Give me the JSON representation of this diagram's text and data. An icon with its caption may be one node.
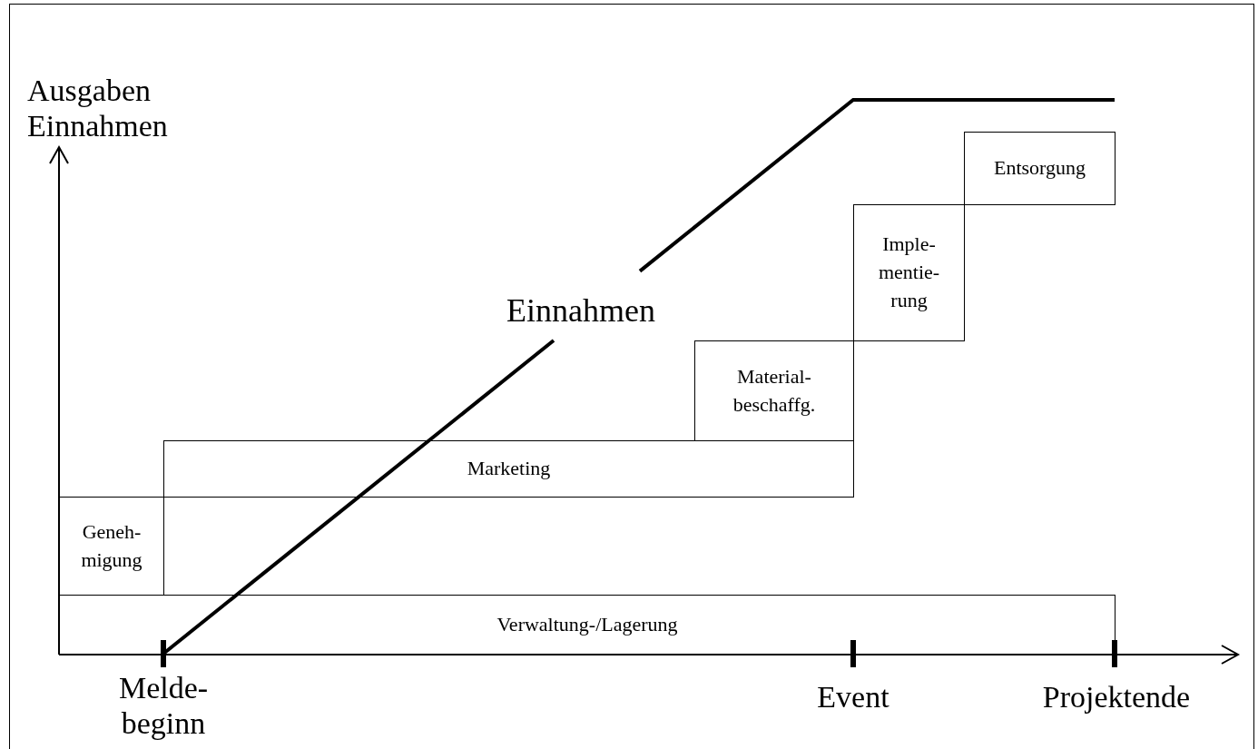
{
  "diagram": {
    "nodes": [
      {
        "text": [
          "Entsorgung"
        ]
      },
      {
        "text": [
          "Imple- mentie- rung"
        ]
      },
      {
        "text": [
          "Material- beschaffg."
        ]
      },
      {
        "text": [
          "Marketing"
        ]
      },
      {
        "text": [
          "Geneh- migung"
        ]
      },
      {
        "text": [
          "Verwaltung-/Lagerung"
        ]
      }
    ],
    "labels": [
      "Ausgaben Einnahmen",
      "Einnahmen",
      "Melde- beginn",
      "Event",
      "Projektende"
    ]
  }
}
